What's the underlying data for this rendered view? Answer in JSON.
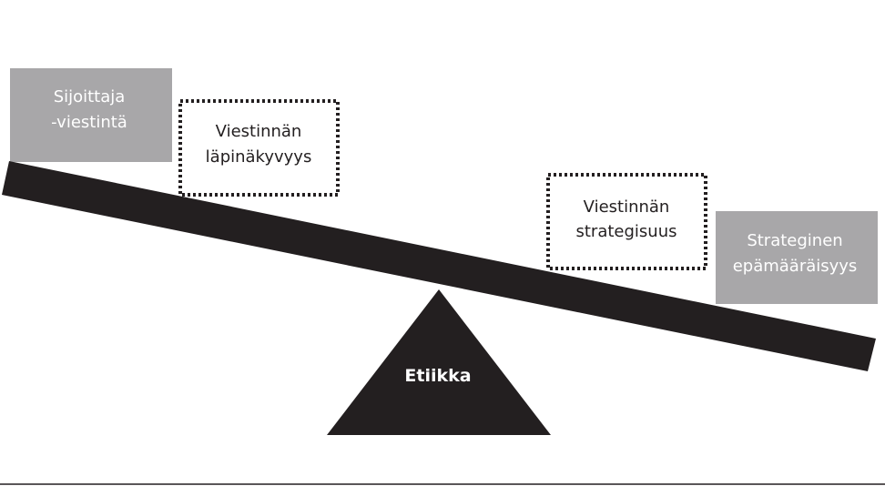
{
  "diagram": {
    "fulcrum_label": "Etiikka",
    "left_heavy_box": {
      "line1": "Sijoittaja",
      "line2": "-viestintä"
    },
    "left_dotted_box": {
      "line1": "Viestinnän",
      "line2": "läpinäkyvyys"
    },
    "right_dotted_box": {
      "line1": "Viestinnän",
      "line2": "strategisuus"
    },
    "right_heavy_box": {
      "line1": "Strateginen",
      "line2": "epämääräisyys"
    }
  },
  "colors": {
    "beam": "#231f20",
    "fulcrum": "#231f20",
    "heavy_box_fill": "#a8a7a9",
    "dotted_border": "#231f20",
    "heavy_box_text": "#ffffff",
    "dotted_box_text": "#231f20",
    "fulcrum_text": "#ffffff",
    "baseline": "#231f20"
  }
}
